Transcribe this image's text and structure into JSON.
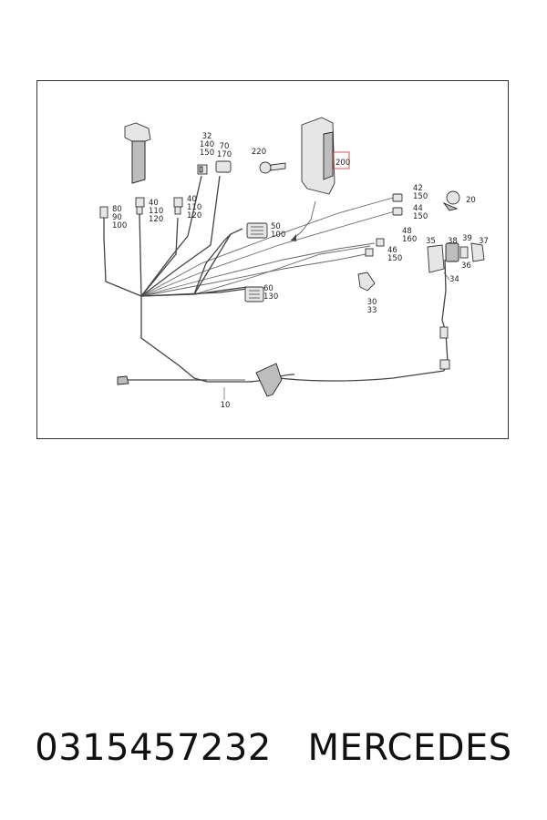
{
  "diagram": {
    "part_labels": [
      {
        "id": "p32",
        "lines": [
          "32",
          "140",
          "150"
        ]
      },
      {
        "id": "p70",
        "lines": [
          "70",
          "170"
        ]
      },
      {
        "id": "p220",
        "lines": [
          "220"
        ]
      },
      {
        "id": "p200",
        "lines": [
          "200"
        ]
      },
      {
        "id": "p80",
        "lines": [
          "80",
          "90",
          "100"
        ]
      },
      {
        "id": "p40a",
        "lines": [
          "40",
          "110",
          "120"
        ]
      },
      {
        "id": "p40b",
        "lines": [
          "40",
          "110",
          "120"
        ]
      },
      {
        "id": "p50",
        "lines": [
          "50",
          "100"
        ]
      },
      {
        "id": "p42",
        "lines": [
          "42",
          "150"
        ]
      },
      {
        "id": "p44",
        "lines": [
          "44",
          "150"
        ]
      },
      {
        "id": "p20",
        "lines": [
          "20"
        ]
      },
      {
        "id": "p48",
        "lines": [
          "48",
          "160"
        ]
      },
      {
        "id": "p46",
        "lines": [
          "46",
          "150"
        ]
      },
      {
        "id": "p35",
        "lines": [
          "35"
        ]
      },
      {
        "id": "p38",
        "lines": [
          "38"
        ]
      },
      {
        "id": "p39",
        "lines": [
          "39"
        ]
      },
      {
        "id": "p37",
        "lines": [
          "37"
        ]
      },
      {
        "id": "p36",
        "lines": [
          "36"
        ]
      },
      {
        "id": "p34",
        "lines": [
          "34"
        ]
      },
      {
        "id": "p60",
        "lines": [
          "60",
          "130"
        ]
      },
      {
        "id": "p30",
        "lines": [
          "30",
          "33"
        ]
      },
      {
        "id": "p10",
        "lines": [
          "10"
        ]
      }
    ],
    "highlight_color": "#d9534f"
  },
  "caption": {
    "part_number": "0315457232",
    "brand": "MERCEDES"
  }
}
